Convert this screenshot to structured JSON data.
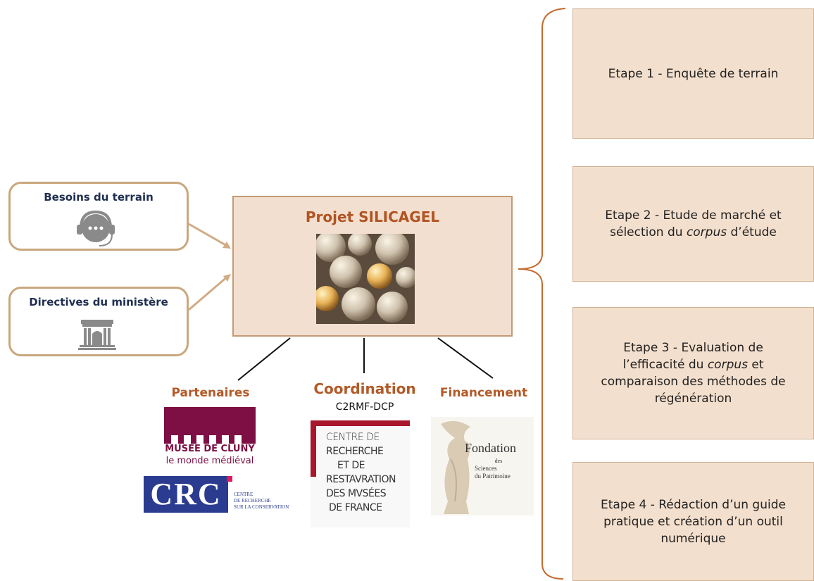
{
  "inputs": [
    {
      "title": "Besoins du terrain",
      "icon": "headset-chat-icon"
    },
    {
      "title": "Directives du ministère",
      "icon": "ministry-building-icon"
    }
  ],
  "project": {
    "title": "Projet SILICAGEL",
    "image": "silica-gel-beads-photo"
  },
  "groups": {
    "partners": {
      "label": "Partenaires"
    },
    "coordination": {
      "label": "Coordination",
      "sub": "C2RMF-DCP"
    },
    "funding": {
      "label": "Financement"
    }
  },
  "logos": {
    "cluny": {
      "line1": "MUSÉE DE CLUNY",
      "line2": "le monde médiéval"
    },
    "crc": {
      "mark": "CRC",
      "line1": "CENTRE",
      "line2": "DE RECHERCHE",
      "line3": "SUR LA CONSERVATION"
    },
    "c2rmf": {
      "lines": [
        "CENTRE DE",
        "RECHERCHE",
        "ET DE",
        "RESTAVRATION",
        "DES MVSÉES",
        "DE FRANCE"
      ]
    },
    "fondation": {
      "line1": "Fondation",
      "line2": "des",
      "line3": "Sciences",
      "line4": "du Patrimoine"
    }
  },
  "steps": [
    {
      "parts": [
        "Etape 1 - Enquête de terrain"
      ]
    },
    {
      "line1": "Etape 2 - Etude de marché et",
      "line2_pre": "sélection du ",
      "line2_em": "corpus",
      "line2_post": " d’étude"
    },
    {
      "line1": "Etape 3 - Evaluation de",
      "line2_pre": "l’efficacité du ",
      "line2_em": "corpus",
      "line2_post": " et",
      "line3": "comparaison des méthodes de",
      "line4": "régénération"
    },
    {
      "lines": [
        "Etape 4 - Rédaction d’un guide",
        "pratique et création d’un outil",
        "numérique"
      ]
    }
  ],
  "colors": {
    "accent": "#b15322",
    "box_fill": "#f2dfcf",
    "border": "#c49a73",
    "nav_text": "#1f2f4f"
  }
}
